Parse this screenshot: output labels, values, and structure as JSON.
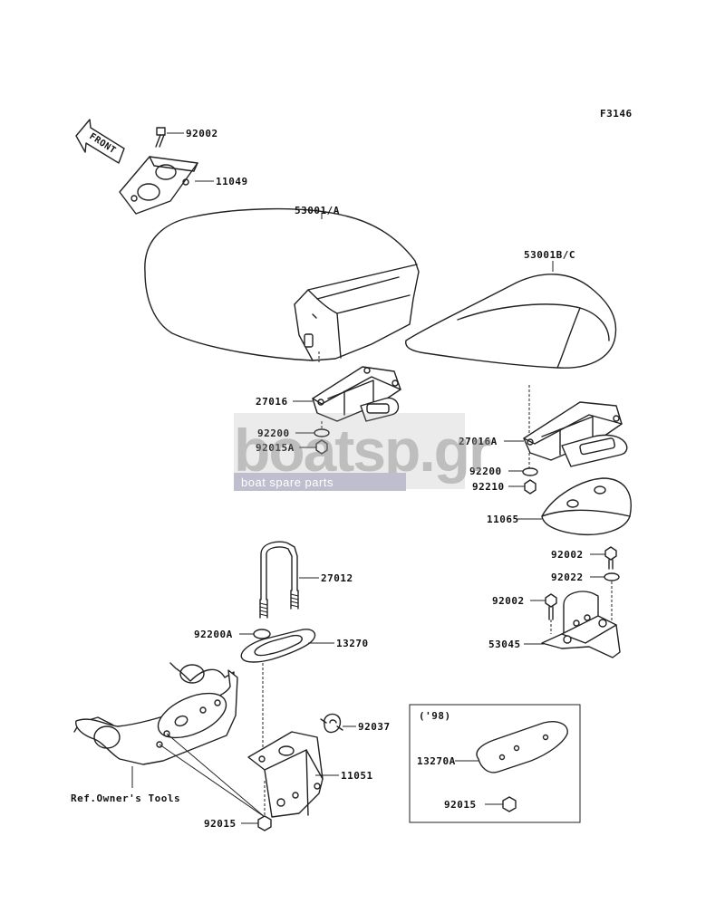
{
  "figure_code": "F3146",
  "front_label": "FRONT",
  "watermark": {
    "brand": "boatsp.gr",
    "tagline": "boat spare parts"
  },
  "callouts": {
    "c92002_top": "92002",
    "c11049": "11049",
    "c53001A": "53001/A",
    "c53001BC": "53001B/C",
    "c27016": "27016",
    "c92200_l": "92200",
    "c92015A": "92015A",
    "c27016A": "27016A",
    "c92200_r": "92200",
    "c92210": "92210",
    "c11065": "11065",
    "c92002_r1": "92002",
    "c92022": "92022",
    "c92002_r2": "92002",
    "c53045": "53045",
    "c27012": "27012",
    "c92200A": "92200A",
    "c13270": "13270",
    "c92037": "92037",
    "c11051": "11051",
    "c92015_b": "92015",
    "ref_tools": "Ref.Owner's Tools"
  },
  "inset": {
    "year": "('98)",
    "c13270A": "13270A",
    "c92015": "92015"
  }
}
